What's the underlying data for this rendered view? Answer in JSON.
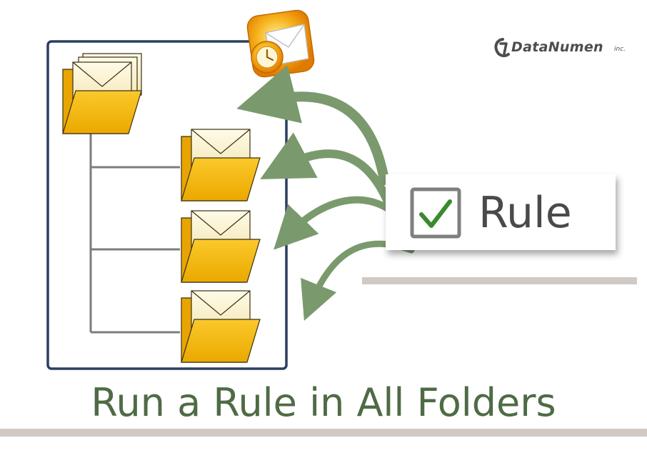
{
  "brand": {
    "name": "DataNumen",
    "suffix": "inc."
  },
  "rule_box": {
    "label": "Rule",
    "checked": true
  },
  "diagram": {
    "app_icon": "outlook-icon",
    "folder_icon": "mail-folder-icon",
    "arrow_icon": "curved-arrow-icon",
    "subfolder_count": 3
  },
  "title": "Run a Rule in All Folders",
  "colors": {
    "frame": "#2a3f5f",
    "folder": "#f2b705",
    "arrow": "#7a9a6e",
    "check": "#3a8a2e",
    "title": "#4f6b45",
    "bar": "#d1c9c3"
  }
}
